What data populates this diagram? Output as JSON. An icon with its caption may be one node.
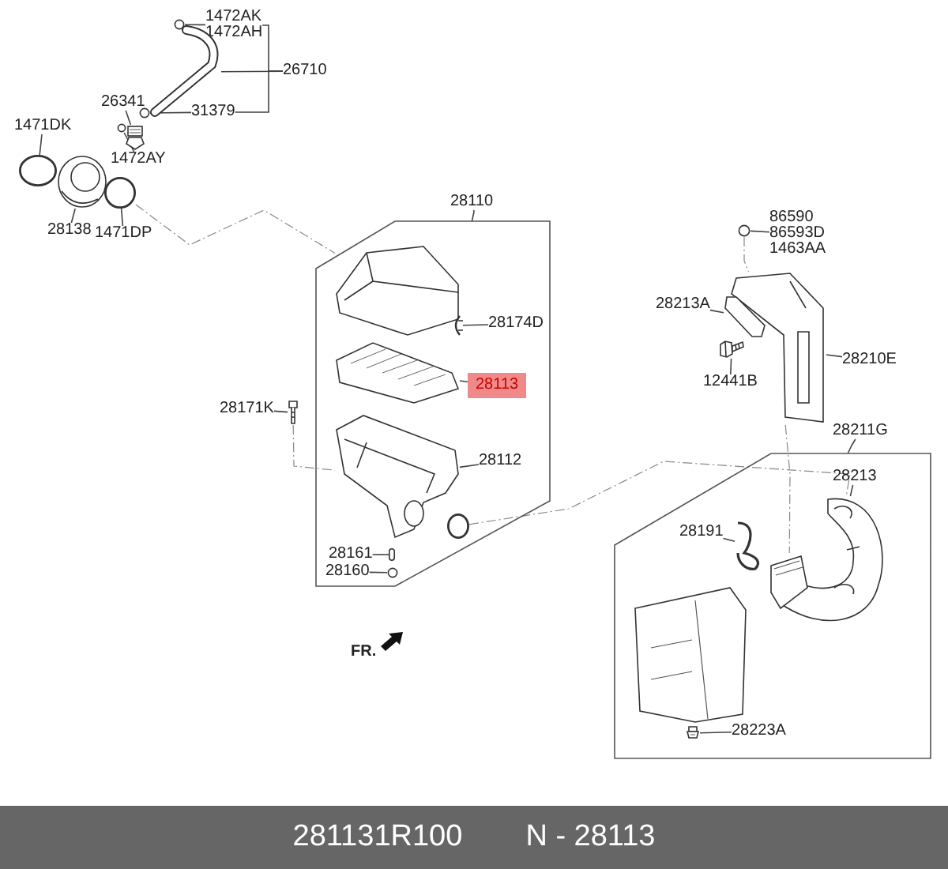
{
  "diagram": {
    "nodes": [
      {
        "text": [
          "1472AK",
          "1472AH"
        ]
      },
      {
        "text": [
          "26710"
        ]
      },
      {
        "text": [
          "26341"
        ]
      },
      {
        "text": [
          "31379"
        ]
      },
      {
        "text": [
          "1471DK"
        ]
      },
      {
        "text": [
          "1472AY"
        ]
      },
      {
        "text": [
          "28138"
        ]
      },
      {
        "text": [
          "1471DP"
        ]
      },
      {
        "text": [
          "28110"
        ]
      },
      {
        "text": [
          "86590",
          "86593D",
          "1463AA"
        ]
      },
      {
        "text": [],
        "shape": "box"
      },
      {
        "text": [
          "28174D"
        ],
        "in": 10
      },
      {
        "text": [
          "28113"
        ],
        "in": 10
      },
      {
        "text": [
          "28112"
        ],
        "in": 10
      },
      {
        "text": [
          "28161"
        ],
        "in": 10
      },
      {
        "text": [
          "28160"
        ],
        "in": 10
      },
      {
        "text": [
          "28213A"
        ]
      },
      {
        "text": [
          "28210E"
        ]
      },
      {
        "text": [
          "12441B"
        ]
      },
      {
        "text": [
          "28171K"
        ]
      },
      {
        "text": [
          "28211G"
        ]
      },
      {
        "text": [],
        "shape": "box"
      },
      {
        "text": [
          "28213"
        ],
        "in": 21
      },
      {
        "text": [
          "28191"
        ],
        "in": 21
      },
      {
        "text": [
          "28223A"
        ],
        "in": 21
      },
      {
        "text": [],
        "shape": "circle"
      },
      {
        "text": [],
        "shape": "picture"
      },
      {
        "text": [],
        "shape": "circle"
      },
      {
        "text": [],
        "shape": "picture"
      },
      {
        "text": [],
        "shape": "circle"
      },
      {
        "text": [],
        "shape": "circle"
      },
      {
        "text": [],
        "shape": "picture"
      },
      {
        "text": [],
        "shape": "circle"
      },
      {
        "text": [],
        "shape": "picture",
        "in": 10
      },
      {
        "text": [],
        "shape": "picture",
        "in": 10
      },
      {
        "text": [],
        "shape": "picture",
        "in": 10
      },
      {
        "text": [],
        "shape": "picture",
        "in": 10
      },
      {
        "text": [],
        "shape": "circle",
        "in": 10
      },
      {
        "text": [],
        "shape": "box",
        "in": 10
      },
      {
        "text": [],
        "shape": "circle",
        "in": 10
      },
      {
        "text": [],
        "shape": "picture"
      },
      {
        "text": [],
        "shape": "circle"
      },
      {
        "text": [],
        "shape": "picture"
      },
      {
        "text": [],
        "shape": "picture"
      },
      {
        "text": [],
        "shape": "picture"
      },
      {
        "text": [],
        "shape": "picture",
        "in": 21
      },
      {
        "text": [],
        "shape": "picture",
        "in": 21
      },
      {
        "text": [],
        "shape": "picture",
        "in": 21
      },
      {
        "text": [],
        "shape": "picture",
        "in": 21
      },
      {
        "text": [],
        "shape": "picture",
        "in": 21
      }
    ],
    "edges": [
      {
        "from": 0,
        "to": 25,
        "arrow": "none"
      },
      {
        "from": 0,
        "to": 1,
        "arrow": "none"
      },
      {
        "from": 3,
        "to": 1,
        "arrow": "none"
      },
      {
        "from": 1,
        "to": 26,
        "arrow": "none"
      },
      {
        "from": 2,
        "to": 28,
        "arrow": "none"
      },
      {
        "from": 3,
        "to": 27,
        "arrow": "none"
      },
      {
        "from": 4,
        "to": 30,
        "arrow": "none"
      },
      {
        "from": 5,
        "to": 29,
        "arrow": "none"
      },
      {
        "from": 6,
        "to": 31,
        "arrow": "none"
      },
      {
        "from": 7,
        "to": 32,
        "arrow": "none"
      },
      {
        "from": 8,
        "to": 10,
        "arrow": "none"
      },
      {
        "from": 9,
        "to": 41,
        "arrow": "none"
      },
      {
        "from": 11,
        "to": 34,
        "arrow": "none"
      },
      {
        "from": 12,
        "to": 35,
        "arrow": "none"
      },
      {
        "from": 13,
        "to": 36,
        "arrow": "none"
      },
      {
        "from": 14,
        "to": 38,
        "arrow": "none"
      },
      {
        "from": 15,
        "to": 39,
        "arrow": "none"
      },
      {
        "from": 16,
        "to": 43,
        "arrow": "none"
      },
      {
        "from": 17,
        "to": 42,
        "arrow": "none"
      },
      {
        "from": 18,
        "to": 44,
        "arrow": "none"
      },
      {
        "from": 19,
        "to": 40,
        "arrow": "none"
      },
      {
        "from": 20,
        "to": 21,
        "arrow": "none"
      },
      {
        "from": 22,
        "to": 45,
        "arrow": "none"
      },
      {
        "from": 23,
        "to": 46,
        "arrow": "none"
      },
      {
        "from": 24,
        "to": 48,
        "arrow": "none"
      },
      {
        "from": 32,
        "to": 33,
        "arrow": "none",
        "style": "dashed"
      },
      {
        "from": 40,
        "to": 36,
        "arrow": "none",
        "style": "dashed"
      },
      {
        "from": 37,
        "to": 45,
        "arrow": "none",
        "style": "dashed"
      },
      {
        "from": 41,
        "to": 42,
        "arrow": "none",
        "style": "dashed"
      },
      {
        "from": 42,
        "to": 49,
        "arrow": "none",
        "style": "dashed"
      }
    ],
    "labels": [
      "FR.",
      "281131R100",
      "N - 28113"
    ]
  }
}
